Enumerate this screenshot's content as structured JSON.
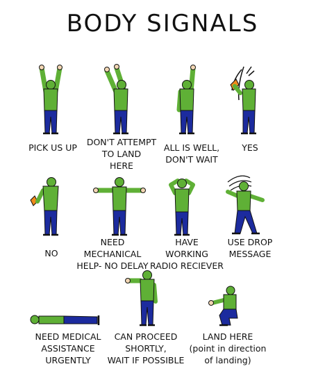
{
  "title": "BODY SIGNALS",
  "colors": {
    "shirt": "#5fb036",
    "pants": "#1c2b9e",
    "skin": "#f2d6b3",
    "flag": "#f08a1c",
    "outline": "#111111"
  },
  "signals": [
    {
      "name": "pick-us-up",
      "lines": [
        "PICK US UP"
      ]
    },
    {
      "name": "dont-attempt-to-land-here",
      "lines": [
        "DON'T ATTEMPT",
        "TO LAND",
        "HERE"
      ]
    },
    {
      "name": "all-is-well",
      "lines": [
        "ALL IS WELL,",
        "DON'T WAIT"
      ]
    },
    {
      "name": "yes",
      "lines": [
        "YES"
      ]
    },
    {
      "name": "no",
      "lines": [
        "NO"
      ]
    },
    {
      "name": "need-mechanical-help",
      "lines": [
        "NEED",
        "MECHANICAL",
        "HELP- NO DELAY"
      ]
    },
    {
      "name": "have-working-radio-reciever",
      "lines": [
        "HAVE",
        "WORKING",
        "RADIO RECIEVER"
      ]
    },
    {
      "name": "use-drop-message",
      "lines": [
        "USE DROP",
        "MESSAGE"
      ]
    },
    {
      "name": "need-medical-assistance",
      "lines": [
        "NEED MEDICAL",
        "ASSISTANCE",
        "URGENTLY"
      ]
    },
    {
      "name": "can-proceed-shortly",
      "lines": [
        "CAN PROCEED",
        "SHORTLY,",
        "WAIT IF POSSIBLE"
      ]
    },
    {
      "name": "land-here",
      "lines": [
        "LAND HERE",
        "(point in direction",
        "of landing)"
      ]
    }
  ]
}
